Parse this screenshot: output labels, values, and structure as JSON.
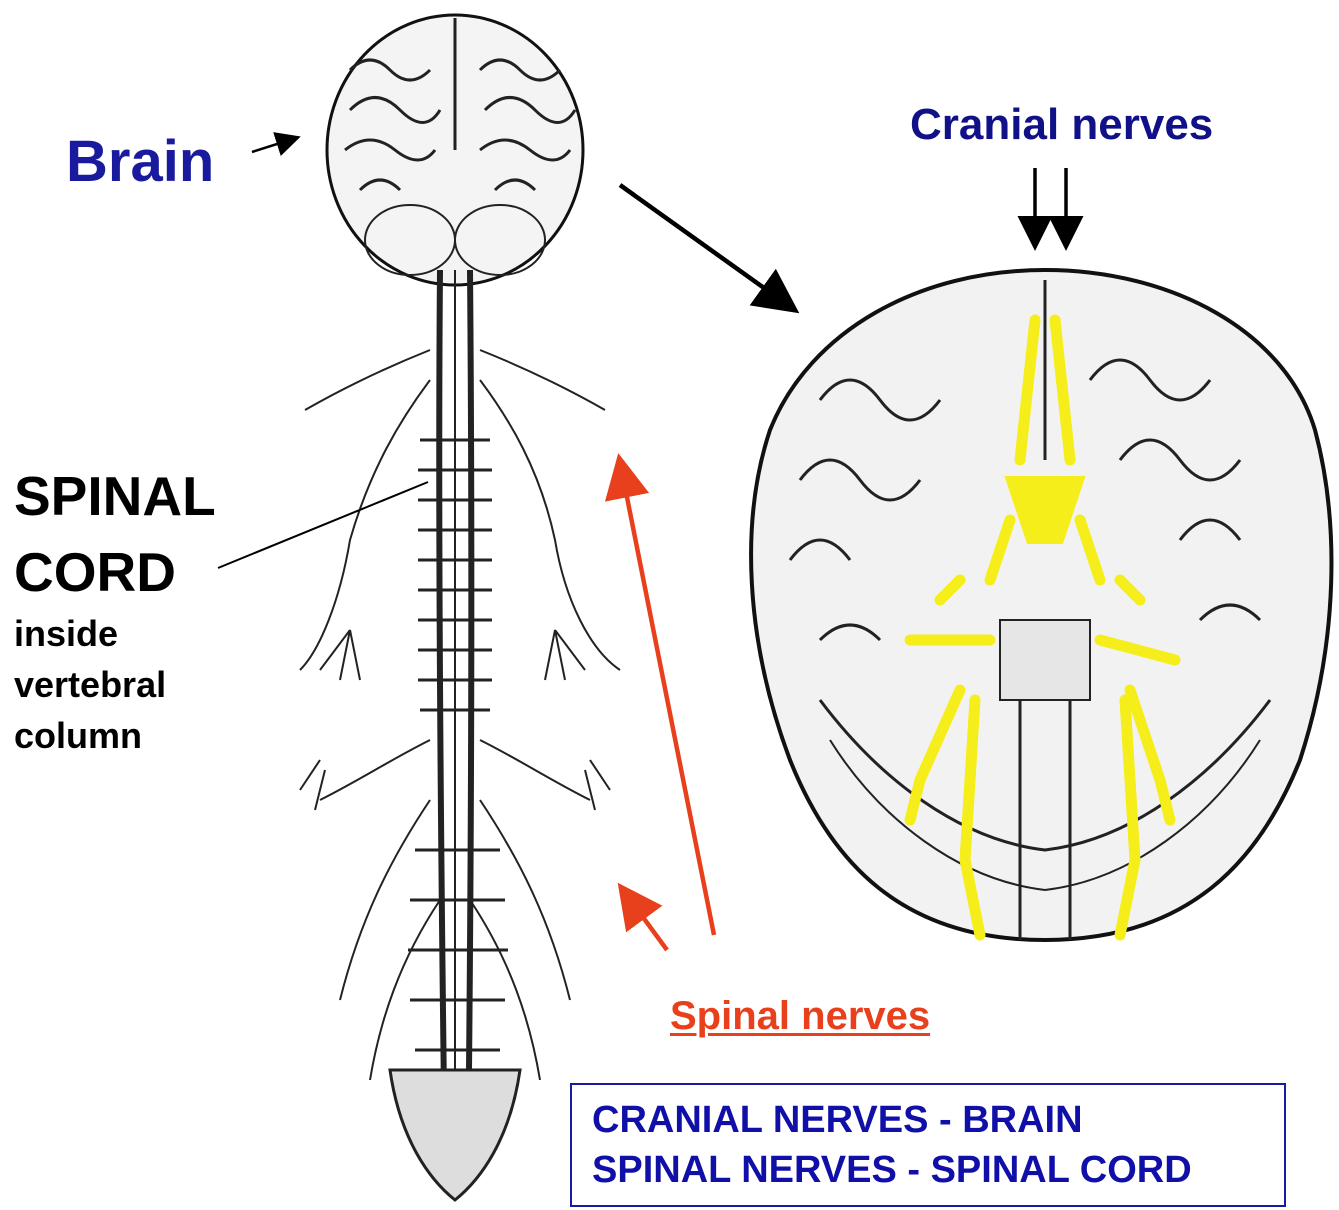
{
  "labels": {
    "brain": "Brain",
    "cranial_nerves": "Cranial nerves",
    "spinal_cord_line1": "SPINAL",
    "spinal_cord_line2": "CORD",
    "spinal_cord_sub1": "inside",
    "spinal_cord_sub2": "vertebral",
    "spinal_cord_sub3": "column",
    "spinal_nerves": "Spinal nerves"
  },
  "summary": {
    "line1": "CRANIAL  NERVES  - BRAIN",
    "line2": "SPINAL  NERVES  - SPINAL  CORD"
  },
  "colors": {
    "brain_label": "#1a1a9e",
    "cranial_label": "#101088",
    "spinal_nerves_label": "#e8401c",
    "cranial_highlight": "#f5ee1a",
    "summary_text": "#1010a8"
  },
  "illustrations": {
    "left": "nervous-system-illustration",
    "right": "brain-underside-illustration"
  }
}
